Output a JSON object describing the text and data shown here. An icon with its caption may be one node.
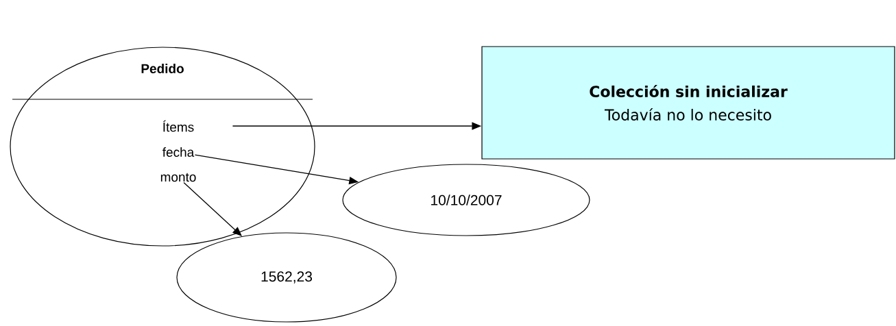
{
  "diagram": {
    "nodes": [
      {
        "text": [
          "Pedido"
        ]
      },
      {
        "text": [
          "Ítems"
        ],
        "in": 0
      },
      {
        "text": [
          "fecha"
        ],
        "in": 0
      },
      {
        "text": [
          "monto"
        ],
        "in": 0
      },
      {
        "text": [
          "Colección sin inicializar",
          "Todavía no lo necesito"
        ]
      },
      {
        "text": [
          "10/10/2007"
        ]
      },
      {
        "text": [
          "1562,23"
        ]
      }
    ],
    "edges": [
      {
        "from": 1,
        "to": 4,
        "arrow": "to"
      },
      {
        "from": 2,
        "to": 5,
        "arrow": "to"
      },
      {
        "from": 3,
        "to": 6,
        "arrow": "to"
      }
    ]
  }
}
